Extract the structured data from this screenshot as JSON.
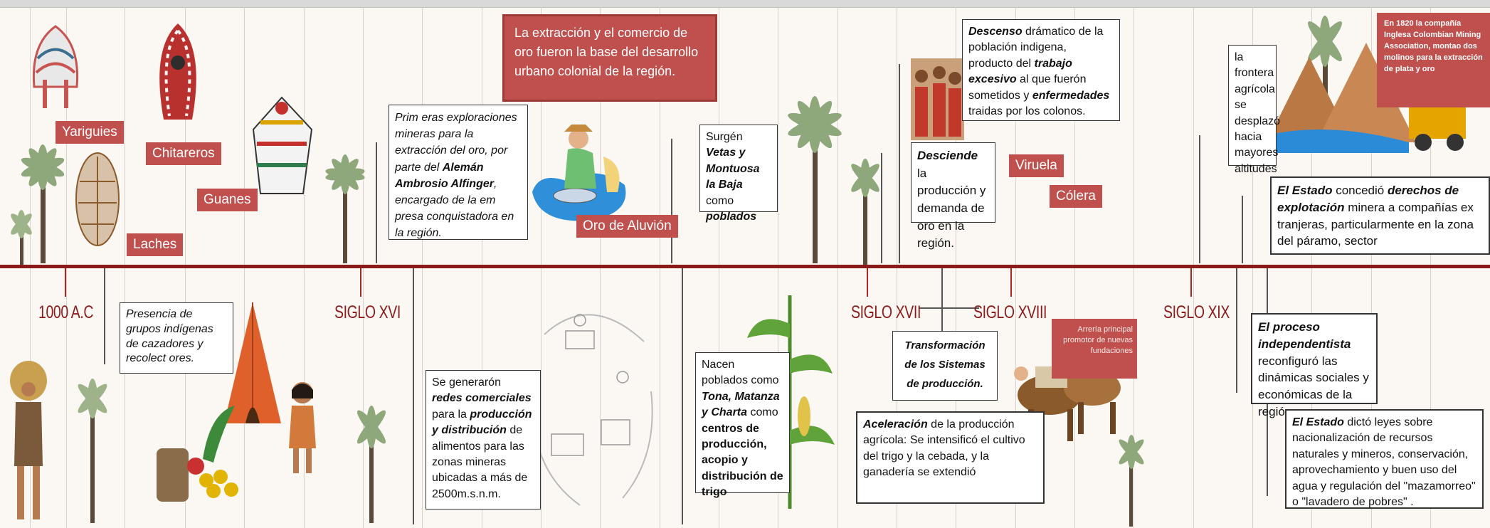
{
  "eras": {
    "e1000": "1000 A.C",
    "xvi": "SIGLO XVI",
    "xvii": "SIGLO XVII",
    "xviii": "SIGLO XVIII",
    "xix": "SIGLO XIX"
  },
  "peoples": {
    "yariguies": "Yariguies",
    "chitareros": "Chitareros",
    "guanes": "Guanes",
    "laches": "Laches"
  },
  "tags": {
    "oro_aluvion": "Oro de Aluvión",
    "viruela": "Viruela",
    "colera": "Cólera"
  },
  "callout_oro": "La extracción y el comercio de oro fueron la base del desarrollo urbano colonial de la región.",
  "box_exploraciones": {
    "t1": "Prim eras exploraciones mineras para la extracción del oro, por parte del ",
    "b1": "Alemán Ambrosio Alfinger",
    "t2": ", encargado de la em presa conquistadora en la región."
  },
  "box_cazadores": "Presencia de grupos indígenas de cazadores y recolect ores.",
  "box_redes": {
    "t1": "Se generarón ",
    "b1": "redes comerciales",
    "t2": " para la ",
    "b2": "producción y distribución",
    "t3": " de alimentos para las zonas mineras ubicadas a más de 2500m.s.n.m."
  },
  "box_surgen": {
    "t1": "Surgén ",
    "b1": "Vetas y Montuosa la Baja",
    "t2": " como ",
    "b2": "poblados"
  },
  "box_nacen": {
    "t1": "Nacen poblados como ",
    "b1": "Tona, Matanza y Charta",
    "t2": " como ",
    "b2": "centros de producción, acopio y distribución de trigo"
  },
  "box_descenso": {
    "b1": "Descenso",
    "t1": " drámatico de la población indigena, producto del ",
    "b2": "trabajo excesivo",
    "t2": " al que fuerón sometidos y ",
    "b3": "enfermedades",
    "t3": " traidas por los colonos."
  },
  "box_desciende": {
    "b1": "Desciende",
    "t1": " la producción y demanda de oro en la región."
  },
  "box_transformacion": "Transformación de los Sistemas de producción.",
  "box_aceleracion": {
    "b1": "Aceleración",
    "t1": " de la producción agrícola: Se intensificó el cultivo del trigo y la cebada, y la ganadería se extendió"
  },
  "arreria": "Arrería principal promotor de nuevas fundaciones",
  "box_frontera": "la frontera agrícola se desplazó hacia mayores altitudes",
  "compania_1820": "En 1820 la compañía Inglesa Colombian Mining Association, montao dos molinos para la extracción de plata y oro",
  "box_estado_derechos": {
    "b1": "El Estado",
    "t1": " concedió ",
    "b2": "derechos de explotación",
    "t2": " minera a compañías ex tranjeras, particularmente en la zona del páramo, sector"
  },
  "box_independentista": {
    "b1": "El proceso independentista",
    "t1": " reconfiguró las dinámicas sociales y económicas de la región."
  },
  "box_estado_leyes": {
    "b1": "El Estado",
    "t1": " dictó leyes sobre nacionalización de recursos naturales y mineros, conservación, aprovechamiento y buen uso del agua y regulación del \"mazamorreo\" o \"lavadero de pobres\" ."
  },
  "colors": {
    "axis": "#8b1a1a",
    "label_red": "#c0504d",
    "era_text": "#8b1a1a",
    "background": "#fbf8f4"
  }
}
